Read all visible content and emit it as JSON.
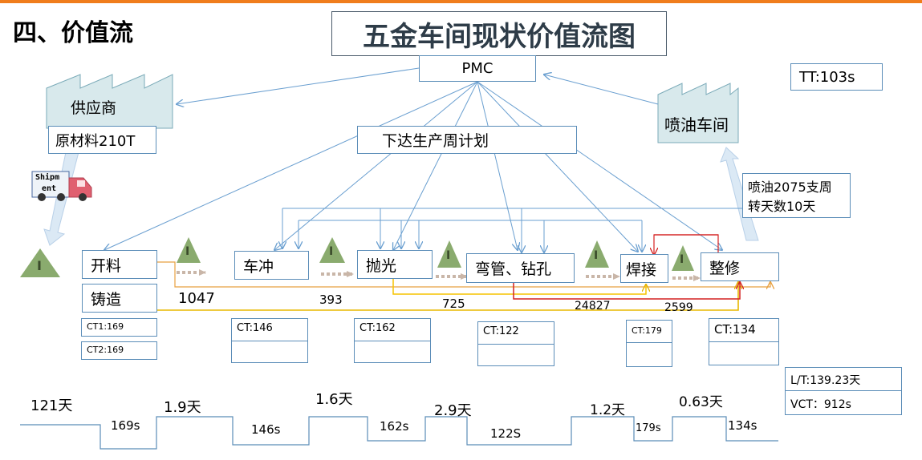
{
  "colors": {
    "accent_bar": "#f07d1c",
    "box_border": "#5b8db8",
    "arrow_blue": "#6a9fd0",
    "inventory_triangle": "#8aab6e",
    "orange_line": "#e8a040",
    "yellow_line": "#f5c400",
    "red_line": "#d42020",
    "push_arrow": "#c9b6a8"
  },
  "section_title": "四、价值流",
  "main_title": "五金车间现状价值流图",
  "pmc": "PMC",
  "takt_time": "TT:103s",
  "supplier": {
    "name": "供应商",
    "raw_material": "原材料210T"
  },
  "spray_shop": {
    "name": "喷油车间",
    "note_line1": "喷油2075支周",
    "note_line2": "转天数10天"
  },
  "plan": "下达生产周计划",
  "truck": {
    "label_line1": "Shipm",
    "label_line2": "ent"
  },
  "inventory_icon_text": "I",
  "processes": {
    "cutting": "开料",
    "casting": "铸造",
    "punching": "车冲",
    "polishing": "抛光",
    "bending": "弯管、钻孔",
    "welding": "焊接",
    "finishing": "整修"
  },
  "flow_quantities": {
    "q1": "1047",
    "q2": "393",
    "q3": "725",
    "q4": "24827",
    "q5": "2599"
  },
  "cycle_times": {
    "cutting_ct1": "CT1:169",
    "cutting_ct2": "CT2:169",
    "punching": "CT:146",
    "polishing": "CT:162",
    "bending": "CT:122",
    "welding": "CT:179",
    "finishing": "CT:134"
  },
  "summary": {
    "lead_time": "L/T:139.23天",
    "vct": "VCT：912s"
  },
  "timeline": {
    "wait_times": [
      "121天",
      "1.9天",
      "1.6天",
      "2.9天",
      "1.2天",
      "0.63天"
    ],
    "process_times": [
      "169s",
      "146s",
      "162s",
      "122S",
      "179s",
      "134s"
    ]
  }
}
